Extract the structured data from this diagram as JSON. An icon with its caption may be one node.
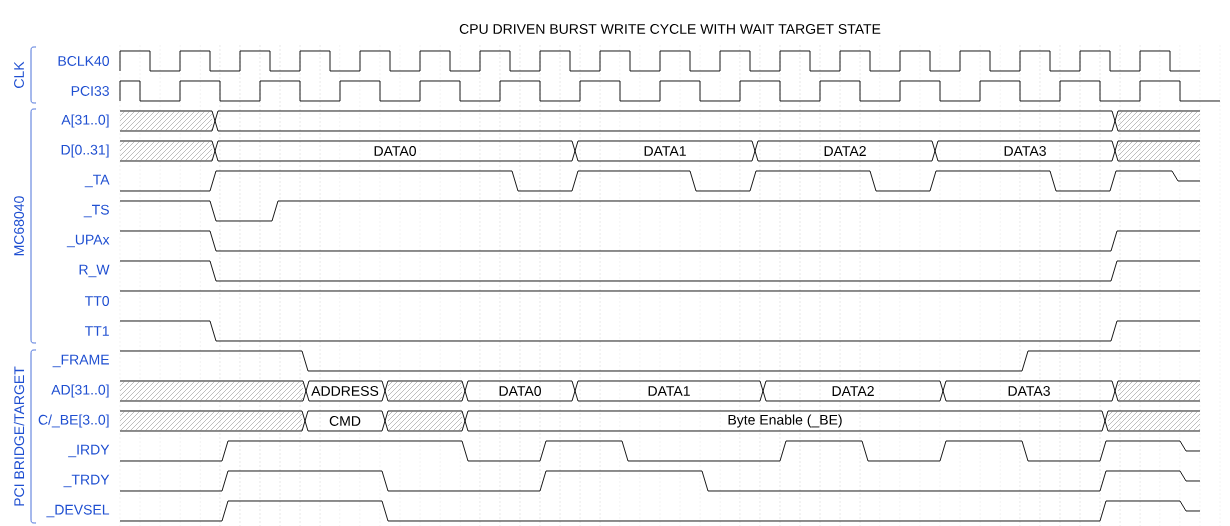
{
  "diagram": {
    "title": "CPU DRIVEN BURST WRITE CYCLE WITH WAIT TARGET STATE",
    "labels": [
      "CLK",
      "BCLK40",
      "PCI33",
      "MC68040",
      "A[31..0]",
      "D[0..31]",
      "DATA0",
      "DATA1",
      "DATA2",
      "DATA3",
      "_TA",
      "_TS",
      "_UPAx",
      "R_W",
      "TT0",
      "TT1",
      "PCI BRIDGE/TARGET",
      "_FRAME",
      "AD[31..0]",
      "ADDRESS",
      "DATA0",
      "DATA1",
      "DATA2",
      "DATA3",
      "C/_BE[3..0]",
      "CMD",
      "Byte Enable (_BE)",
      "_IRDY",
      "_TRDY",
      "_DEVSEL"
    ]
  }
}
